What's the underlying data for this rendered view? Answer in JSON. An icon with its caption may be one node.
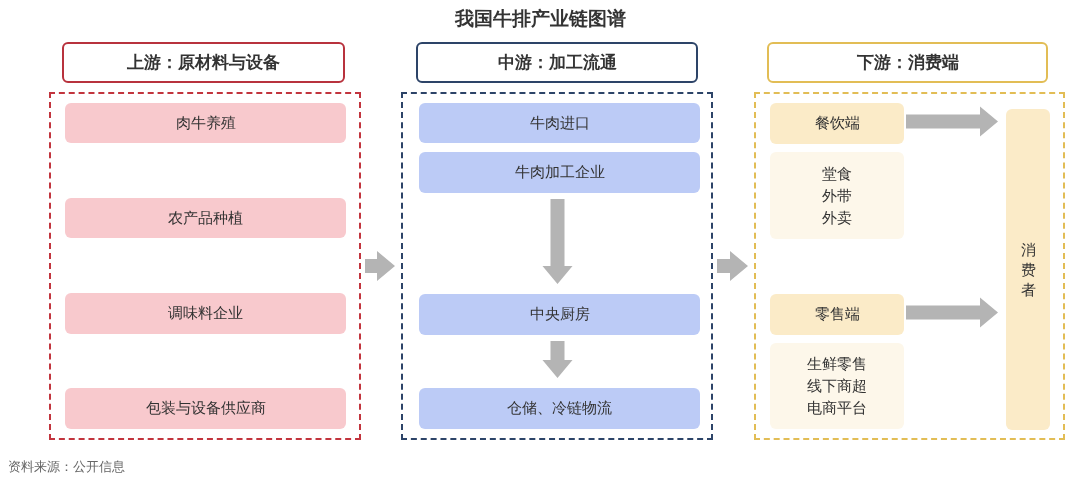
{
  "diagram": {
    "title": "我国牛排产业链图谱",
    "nodes": [
      {
        "text": [
          "上游：原材料与设备"
        ]
      },
      {
        "text": [],
        "shape": "box"
      },
      {
        "text": [
          "肉牛养殖"
        ],
        "in": 1
      },
      {
        "text": [
          "农产品种植"
        ],
        "in": 1
      },
      {
        "text": [
          "调味料企业"
        ],
        "in": 1
      },
      {
        "text": [
          "包装与设备供应商"
        ],
        "in": 1
      },
      {
        "text": [
          "中游：加工流通"
        ]
      },
      {
        "text": [],
        "shape": "box"
      },
      {
        "text": [
          "牛肉进口"
        ],
        "in": 7
      },
      {
        "text": [
          "牛肉加工企业"
        ],
        "in": 7
      },
      {
        "text": [
          "中央厨房"
        ],
        "in": 7
      },
      {
        "text": [
          "仓储、冷链物流"
        ],
        "in": 7
      },
      {
        "text": [
          "下游：消费端"
        ]
      },
      {
        "text": [],
        "shape": "box"
      },
      {
        "text": [
          "餐饮端"
        ],
        "in": 13
      },
      {
        "text": [
          "堂食",
          "外带",
          "外卖"
        ],
        "in": 13
      },
      {
        "text": [
          "零售端"
        ],
        "in": 13
      },
      {
        "text": [
          "生鲜零售",
          "线下商超",
          "电商平台"
        ],
        "in": 13
      },
      {
        "text": [
          "消费者"
        ],
        "in": 13
      }
    ],
    "edges": [
      {
        "from": 1,
        "to": 7,
        "arrow": "to"
      },
      {
        "from": 7,
        "to": 13,
        "arrow": "to"
      },
      {
        "from": 9,
        "to": 10,
        "arrow": "to"
      },
      {
        "from": 10,
        "to": 11,
        "arrow": "to"
      },
      {
        "from": 14,
        "to": 18,
        "arrow": "to"
      },
      {
        "from": 16,
        "to": 18,
        "arrow": "to"
      }
    ],
    "caption": "资料来源：公开信息"
  }
}
